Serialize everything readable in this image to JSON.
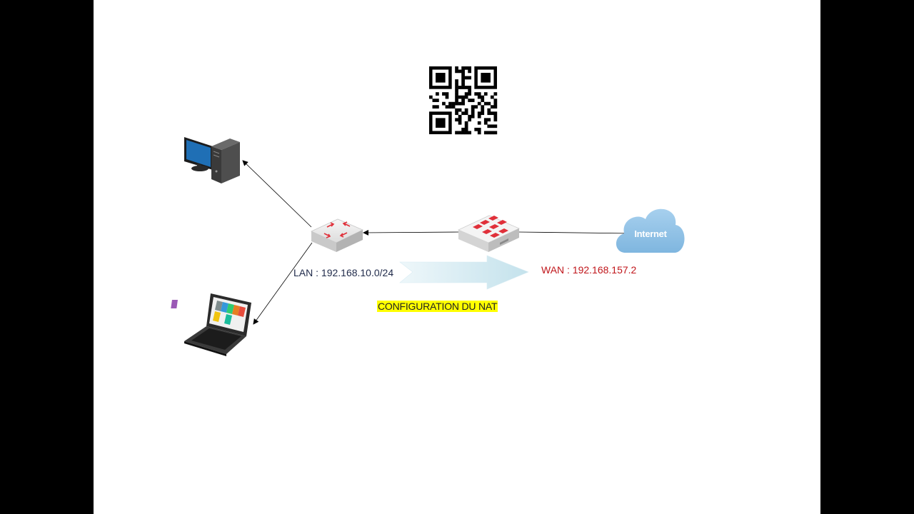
{
  "diagram": {
    "nodes": {
      "desktop": {
        "icon": "desktop-computer-icon"
      },
      "laptop": {
        "icon": "laptop-icon"
      },
      "switch": {
        "icon": "network-switch-icon"
      },
      "firewall": {
        "icon": "firewall-icon"
      },
      "cloud": {
        "icon": "cloud-icon",
        "label": "Internet"
      },
      "qr": {
        "icon": "qr-code-icon"
      }
    },
    "lan_label": "LAN : 192.168.10.0/24",
    "wan_label": "WAN : 192.168.157.2",
    "nat_title": "CONFIGURATION DU NAT",
    "colors": {
      "background_outer": "#000000",
      "slide": "#ffffff",
      "wan_text": "#c0161b",
      "lan_text": "#1f2a4a",
      "highlight": "#ffff00",
      "cloud": "#8ec1e6",
      "arrow_fill": "#cfe8f0",
      "device_red": "#e0303a"
    }
  }
}
